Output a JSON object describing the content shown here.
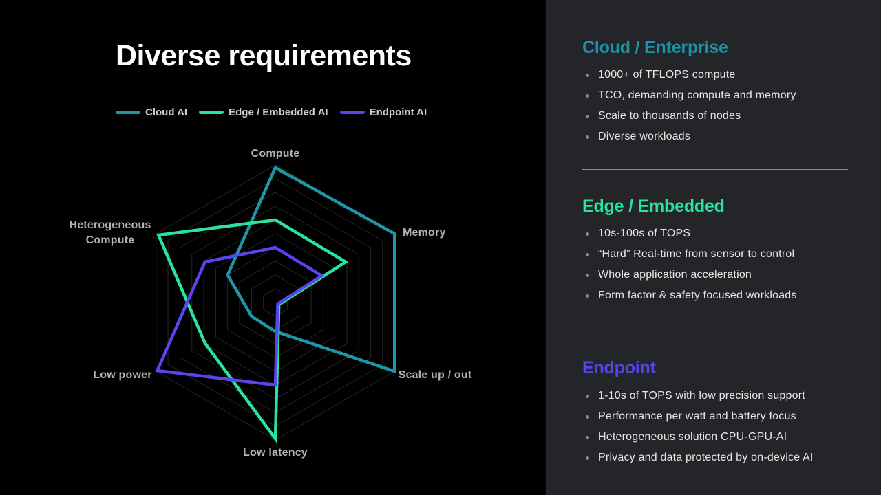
{
  "slide": {
    "title": "Diverse requirements"
  },
  "legend": {
    "items": [
      {
        "label": "Cloud AI",
        "color": "#1e95a8"
      },
      {
        "label": "Edge / Embedded AI",
        "color": "#28e59e"
      },
      {
        "label": "Endpoint AI",
        "color": "#5745ee"
      }
    ]
  },
  "chart_data": {
    "type": "radar",
    "title": "Diverse requirements",
    "axes": [
      "Compute",
      "Memory",
      "Scale up / out",
      "Low latency",
      "Low power",
      "Heterogeneous Compute"
    ],
    "max": 10,
    "rings": 10,
    "grid_on": true,
    "grid_color": "#272727",
    "legend_position": "top",
    "series": [
      {
        "name": "Cloud AI",
        "color": "#1e95a8",
        "values": [
          9.8,
          10,
          10,
          2.1,
          2.0,
          4.0
        ]
      },
      {
        "name": "Edge / Embedded AI",
        "color": "#28e59e",
        "values": [
          6.0,
          5.9,
          0.3,
          9.9,
          5.9,
          9.8
        ]
      },
      {
        "name": "Endpoint AI",
        "color": "#5745ee",
        "values": [
          4.0,
          3.9,
          0.2,
          6.0,
          9.9,
          5.9
        ]
      }
    ]
  },
  "panel": {
    "sections": [
      {
        "heading": "Cloud / Enterprise",
        "color": "#1e93a8",
        "bullets": [
          "1000+ of TFLOPS compute",
          "TCO, demanding compute and memory",
          "Scale to thousands of nodes",
          "Diverse workloads"
        ]
      },
      {
        "heading": "Edge / Embedded",
        "color": "#25e69c",
        "bullets": [
          "10s-100s of TOPS",
          "“Hard” Real-time from sensor to control",
          "Whole application acceleration",
          "Form factor & safety focused workloads"
        ]
      },
      {
        "heading": "Endpoint",
        "color": "#5646ea",
        "bullets": [
          "1-10s of TOPS with low precision support",
          "Performance per watt and battery focus",
          "Heterogeneous solution CPU-GPU-AI",
          "Privacy and data protected by on-device AI"
        ]
      }
    ]
  }
}
